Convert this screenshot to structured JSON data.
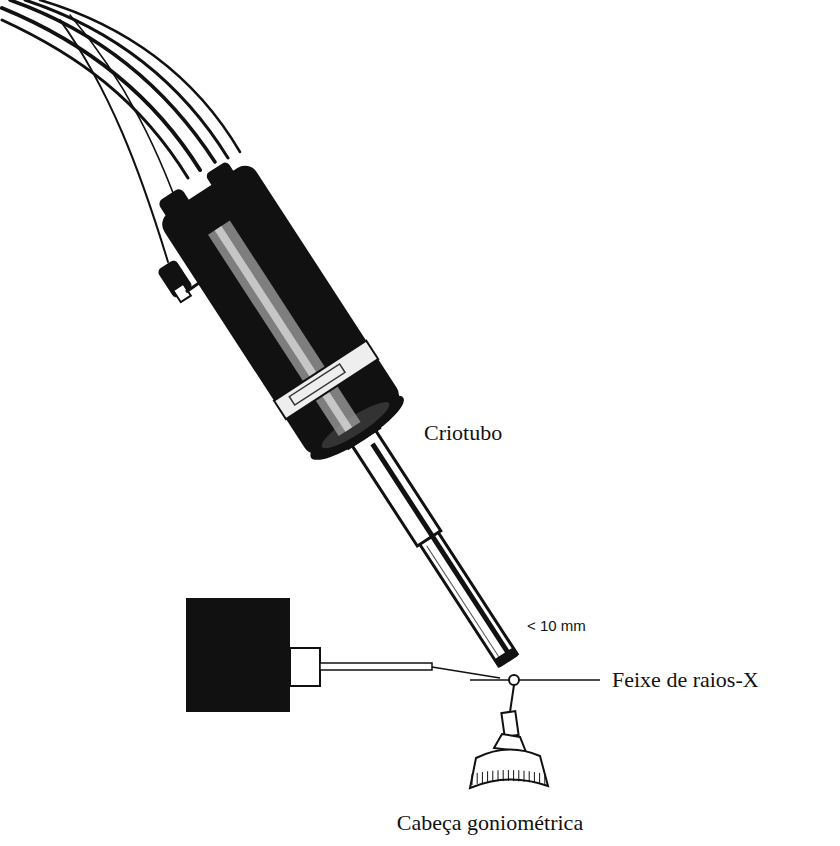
{
  "diagram": {
    "labels": [
      "Criotubo",
      "< 10 mm",
      "Feixe de raios-X",
      "Cabeça goniométrica"
    ]
  }
}
